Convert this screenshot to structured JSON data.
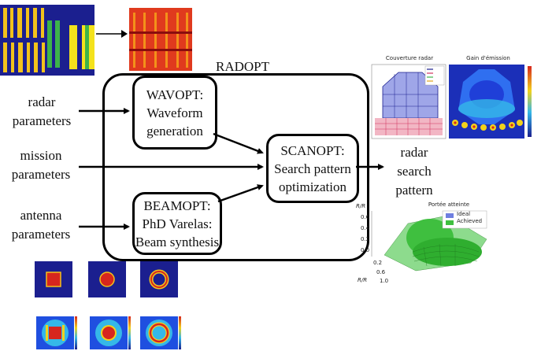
{
  "diagram": {
    "main_title": "RADOPT",
    "inputs": [
      {
        "line1": "radar",
        "line2": "parameters"
      },
      {
        "line1": "mission",
        "line2": "parameters"
      },
      {
        "line1": "antenna",
        "line2": "parameters"
      }
    ],
    "wavopt": {
      "line1": "WAVOPT:",
      "line2": "Waveform",
      "line3": "generation"
    },
    "beamopt": {
      "line1": "BEAMOPT:",
      "line2": "PhD Varelas:",
      "line3": "Beam synthesis"
    },
    "scanopt": {
      "line1": "SCANOPT:",
      "line2": "Search pattern",
      "line3": "optimization"
    },
    "output": {
      "line1": "radar",
      "line2": "search",
      "line3": "pattern"
    }
  },
  "figures": {
    "coverage_title": "Couverture radar",
    "gain_title": "Gain d'émission",
    "range_title": "Portée atteinte",
    "legend_ideal": "Ideal",
    "legend_achieved": "Achieved",
    "range_ylabel": "R/R",
    "range_y_ticks": [
      "0.6",
      "0.4",
      "0.2",
      "0.0"
    ],
    "range_x_ticks": [
      "0.2",
      "0.6",
      "1.0"
    ],
    "range_xlabel": "R/R"
  },
  "colors": {
    "heatmap_red": "#d7261e",
    "heatmap_blue": "#1b1f8f",
    "ideal": "#6f7fe0",
    "achieved": "#3fbf3f"
  }
}
